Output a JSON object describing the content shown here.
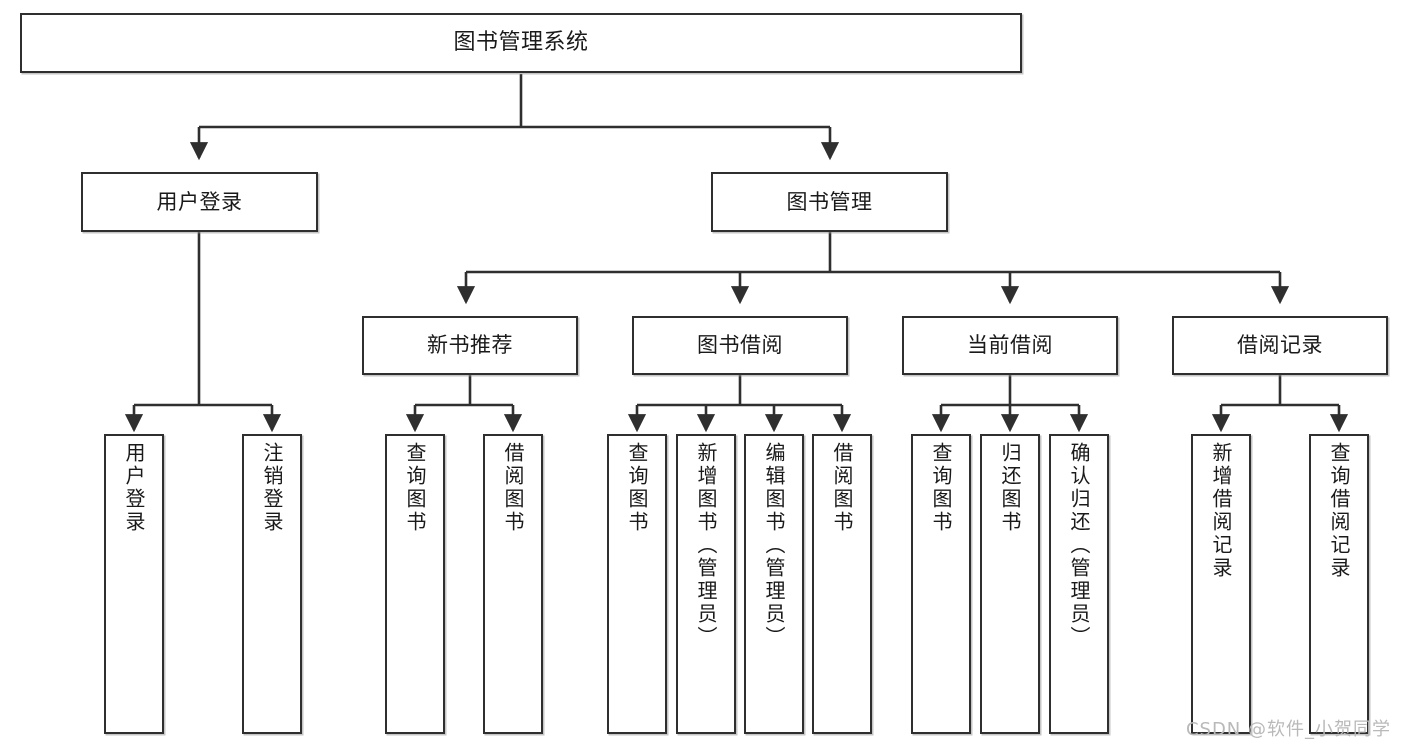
{
  "diagram": {
    "title": "图书管理系统",
    "type": "功能结构图",
    "root": {
      "label": "图书管理系统"
    },
    "level2": [
      {
        "label": "用户登录"
      },
      {
        "label": "图书管理"
      }
    ],
    "level3": [
      {
        "label": "新书推荐"
      },
      {
        "label": "图书借阅"
      },
      {
        "label": "当前借阅"
      },
      {
        "label": "借阅记录"
      }
    ],
    "leaves": {
      "user_login": [
        {
          "label": "用户登录"
        },
        {
          "label": "注销登录"
        }
      ],
      "new_book_recommend": [
        {
          "label": "查询图书"
        },
        {
          "label": "借阅图书"
        }
      ],
      "book_borrow": [
        {
          "label": "查询图书"
        },
        {
          "label": "新增图书（管理员）"
        },
        {
          "label": "编辑图书（管理员）"
        },
        {
          "label": "借阅图书"
        }
      ],
      "current_borrow": [
        {
          "label": "查询图书"
        },
        {
          "label": "归还图书"
        },
        {
          "label": "确认归还（管理员）"
        }
      ],
      "borrow_records": [
        {
          "label": "新增借阅记录"
        },
        {
          "label": "查询借阅记录"
        }
      ]
    }
  },
  "watermark": {
    "text": "CSDN @软件_小贺同学"
  },
  "colors": {
    "stroke": "#2f2f2f",
    "box_fill": "#ffffff",
    "text": "#1a1a1a",
    "watermark": "#b9b9b9",
    "background": "#ffffff"
  }
}
